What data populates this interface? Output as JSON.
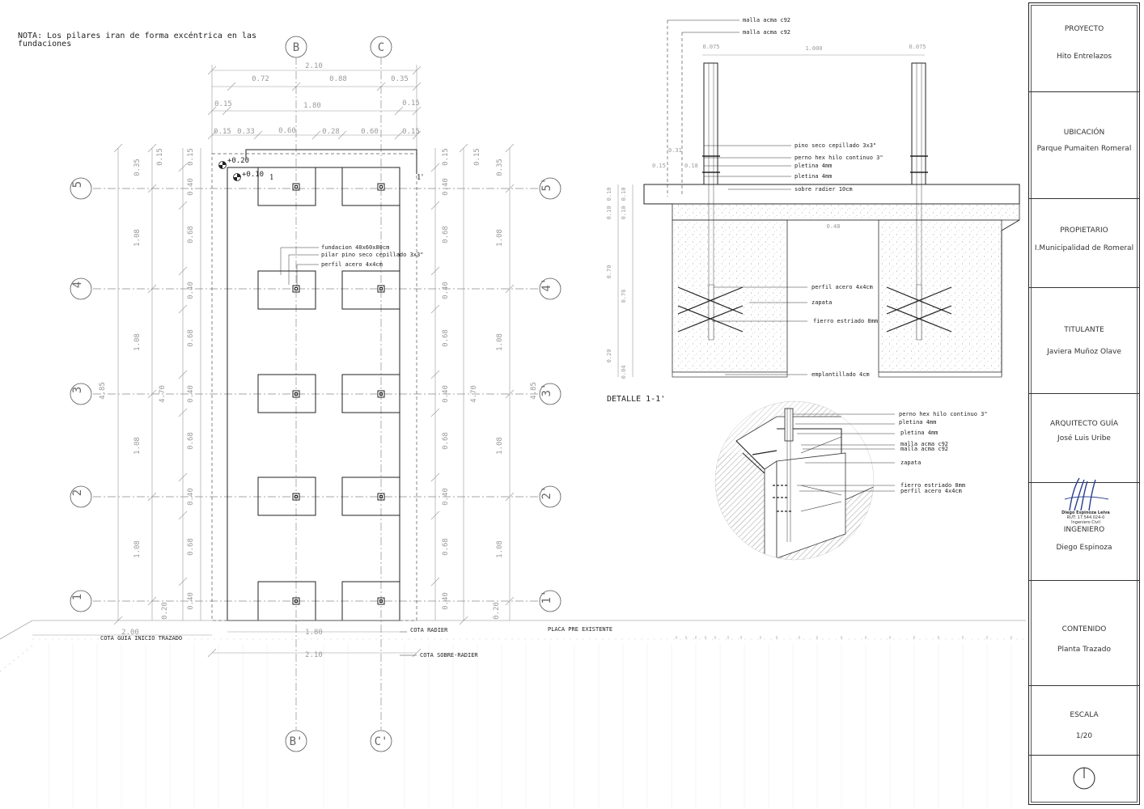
{
  "note": {
    "line1": "NOTA: Los pilares iran de forma excéntrica en las",
    "line2": "fundaciones"
  },
  "axes": {
    "B": "B",
    "C": "C",
    "B2": "B'",
    "C2": "C'",
    "r5": "5",
    "r4": "4",
    "r3": "3",
    "r2": "2",
    "r1": "1",
    "r5b": "5'",
    "r4b": "4'",
    "r3b": "3'",
    "r2b": "2'",
    "r1b": "1'"
  },
  "dims_top": {
    "d210": "2.10",
    "d072": "0.72",
    "d088": "0.88",
    "d035": "0.35",
    "d015a": "0.15",
    "d180": "1.80",
    "d015b": "0.15",
    "d015c": "0.15",
    "d033": "0.33",
    "d060a": "0.60",
    "d028": "0.28",
    "d060b": "0.60",
    "d015d": "0.15"
  },
  "levels": {
    "l020": "+0.20",
    "l010": "+0.10",
    "sec1": "1",
    "sec1b": "1'"
  },
  "dims_left": {
    "v035": "0.35",
    "v015a": "0.15",
    "v015b": "0.15",
    "v040a": "0.40",
    "v108a": "1.08",
    "v068a": "0.68",
    "v040b": "0.40",
    "v108b": "1.08",
    "v068b": "0.68",
    "v485": "4.85",
    "v470": "4.70",
    "v040c": "0.40",
    "v108c": "1.08",
    "v068c": "0.68",
    "v040d": "0.40",
    "v108d": "1.08",
    "v068d": "0.68",
    "v020": "0.20",
    "v040e": "0.40"
  },
  "dims_right": {
    "v015a": "0.15",
    "v015b": "0.15",
    "v035": "0.35",
    "v040a": "0.40",
    "v068a": "0.68",
    "v108a": "1.08",
    "v040b": "0.40",
    "v068b": "0.68",
    "v108b": "1.08",
    "v040c": "0.40",
    "v470": "4.70",
    "v485": "4.85",
    "v068c": "0.68",
    "v108c": "1.08",
    "v040d": "0.40",
    "v068d": "0.68",
    "v108d": "1.08",
    "v040e": "0.40",
    "v020": "0.20"
  },
  "plan_labels": {
    "fundacion": "fundacion 40x60x80cm",
    "pilar": "pilar pino seco cepillado 3x3\"",
    "perfil": "perfil acero 4x4cm"
  },
  "bottom": {
    "d200": "2.00",
    "cota_guia": "COTA GUIA INICIO TRAZADO",
    "d180": "1.80",
    "cota_radier": "COTA RADIER",
    "placa": "PLACA PRE EXISTENTE",
    "d210": "2.10",
    "cota_sobre": "COTA SOBRE-RADIER"
  },
  "section": {
    "malla1": "malla acma c92",
    "malla2": "malla acma c92",
    "d0075a": "0.075",
    "d1000": "1.000",
    "d0075b": "0.075",
    "pino": "pino seco cepillado 3x3\"",
    "perno": "perno hex hilo continuo 3\"",
    "pletina1": "pletina 4mm",
    "pletina2": "pletina 4mm",
    "radier": "sobre radier 10cm",
    "d031": "0.31",
    "d015": "0.15",
    "d018": "0.18",
    "d010a": "0.10",
    "d010b": "0.10",
    "d010c": "0.10",
    "d010d": "0.10",
    "d048": "0.48",
    "d070": "0.70",
    "d076": "0.76",
    "d020": "0.20",
    "d004": "0.04",
    "perfil": "perfil acero 4x4cm",
    "zapata": "zapata",
    "fierro": "fierro estriado 8mm",
    "emplantillado": "emplantillado 4cm",
    "title": "DETALLE 1-1'"
  },
  "iso": {
    "perno": "perno hex hilo continuo 3\"",
    "pletina1": "pletina 4mm",
    "pletina2": "pletina 4mm",
    "malla1": "malla acma c92",
    "malla2": "malla acma c92",
    "zapata": "zapata",
    "fierro": "fierro estriado 8mm",
    "perfil": "perfil acero 4x4cm"
  },
  "titleblock": {
    "proyecto_h": "PROYECTO",
    "proyecto_v": "Hito Entrelazos",
    "ubicacion_h": "UBICACIÓN",
    "ubicacion_v": "Parque Pumaiten Romeral",
    "propietario_h": "PROPIETARIO",
    "propietario_v": "I.Municipalidad de Romeral",
    "titulante_h": "TITULANTE",
    "titulante_v": "Javiera Muñoz Olave",
    "arquitecto_h": "ARQUITECTO GUÍA",
    "arquitecto_v": "José Luis Uribe",
    "sig1": "Diego Espinoza Leiva",
    "sig2": "RUT: 17.544.024-0",
    "sig3": "Ingeniero Civil",
    "ingeniero_h": "INGENIERO",
    "ingeniero_v": "Diego Espinoza",
    "contenido_h": "CONTENIDO",
    "contenido_v": "Planta Trazado",
    "escala_h": "ESCALA",
    "escala_v": "1/20"
  }
}
